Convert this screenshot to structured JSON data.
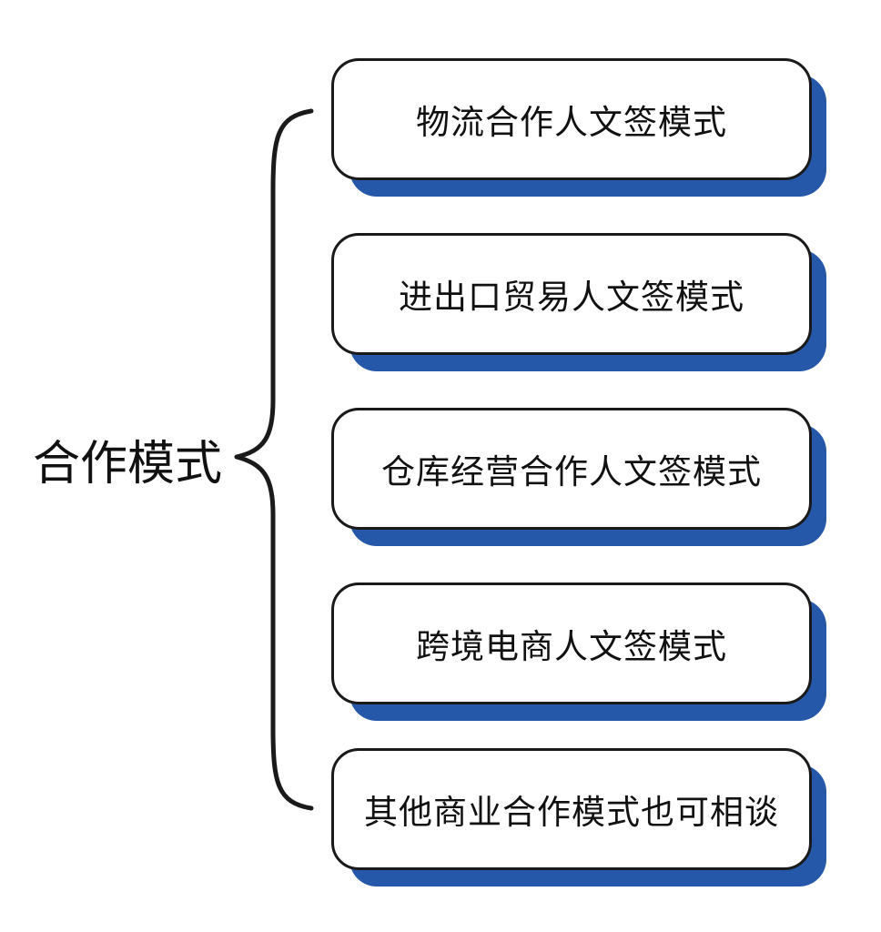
{
  "root": {
    "label": "合作模式"
  },
  "options": [
    {
      "label": "物流合作人文签模式"
    },
    {
      "label": "进出口贸易人文签模式"
    },
    {
      "label": "仓库经营合作人文签模式"
    },
    {
      "label": "跨境电商人文签模式"
    },
    {
      "label": "其他商业合作模式也可相谈"
    }
  ],
  "colors": {
    "accent_shadow": "#2558a8",
    "border": "#1a1a1a",
    "text": "#111111"
  }
}
